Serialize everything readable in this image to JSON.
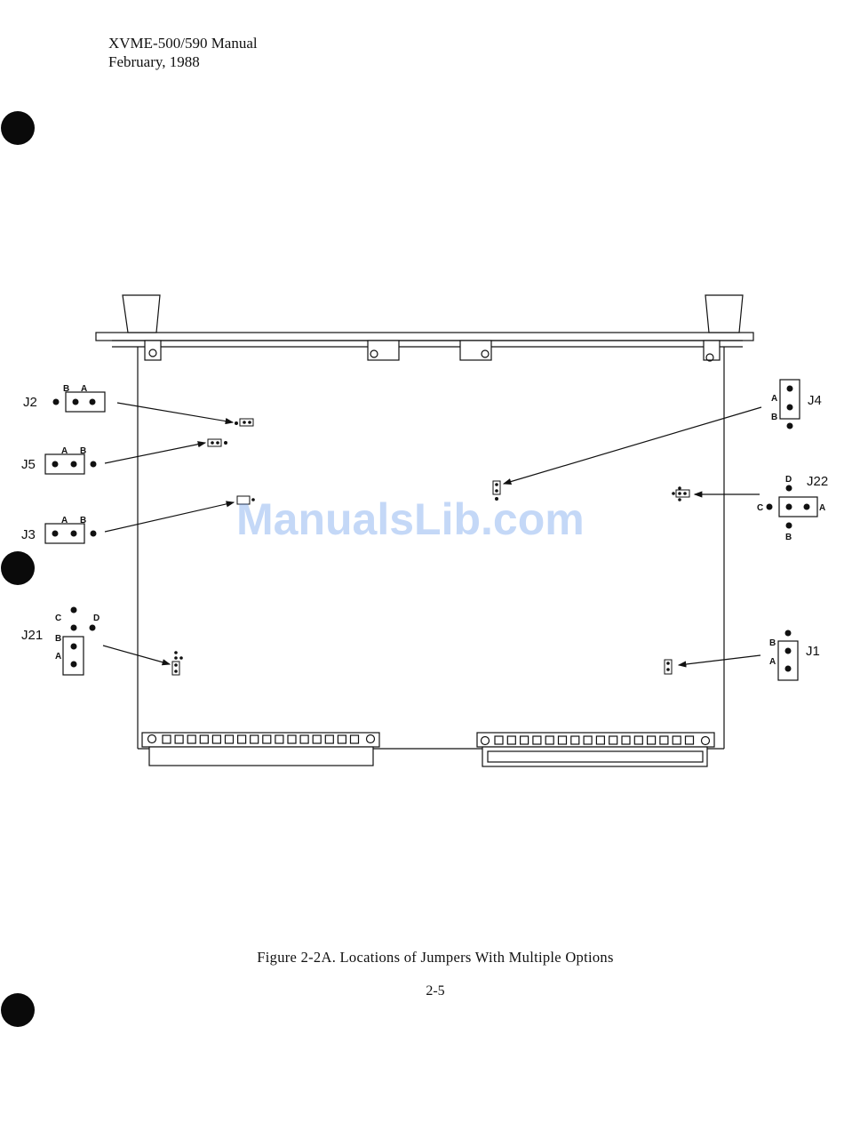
{
  "header": {
    "line1": "XVME-500/590 Manual",
    "line2": "February, 1988"
  },
  "figure": {
    "caption": "Figure 2-2A.  Locations of Jumpers With Multiple Options",
    "jumpers": {
      "J2": {
        "name": "J2",
        "pins": [
          "B",
          "A"
        ]
      },
      "J5": {
        "name": "J5",
        "pins": [
          "A",
          "B"
        ]
      },
      "J3": {
        "name": "J3",
        "pins": [
          "A",
          "B"
        ]
      },
      "J21": {
        "name": "J21",
        "pins": [
          "C",
          "D",
          "B",
          "A"
        ]
      },
      "J4": {
        "name": "J4",
        "pins": [
          "A",
          "B"
        ]
      },
      "J22": {
        "name": "J22",
        "pins": [
          "D",
          "C",
          "A",
          "B"
        ]
      },
      "J1": {
        "name": "J1",
        "pins": [
          "B",
          "A"
        ]
      }
    }
  },
  "watermark": "ManualsLib.com",
  "page_number": "2-5"
}
